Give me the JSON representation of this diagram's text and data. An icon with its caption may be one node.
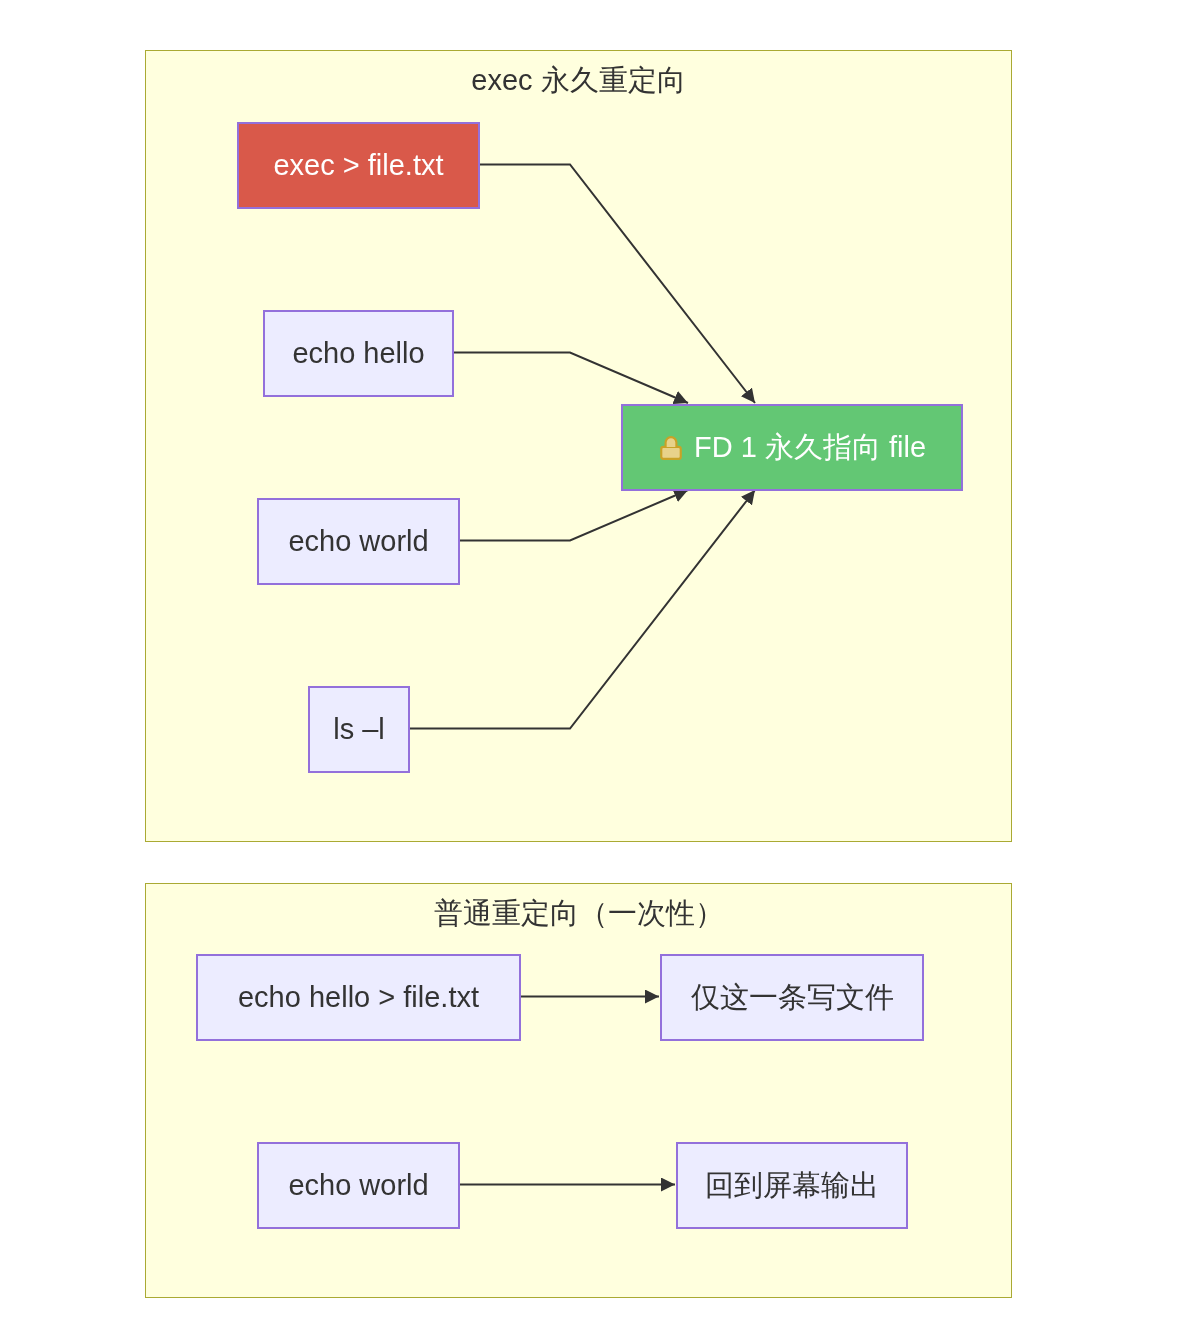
{
  "diagram": {
    "nodes": [
      {
        "text": [
          "exec 永久重定向"
        ]
      },
      {
        "text": [
          "exec > file.txt"
        ],
        "in": 0
      },
      {
        "text": [
          "echo hello"
        ],
        "in": 0
      },
      {
        "text": [
          "echo world"
        ],
        "in": 0
      },
      {
        "text": [
          "ls –l"
        ],
        "in": 0
      },
      {
        "text": [
          "FD 1 永久指向 file"
        ],
        "in": 0
      },
      {
        "text": [
          "普通重定向（一次性）"
        ]
      },
      {
        "text": [
          "echo hello > file.txt"
        ],
        "in": 6
      },
      {
        "text": [
          "仅这一条写文件"
        ],
        "in": 6
      },
      {
        "text": [
          "echo world"
        ],
        "in": 6
      },
      {
        "text": [
          "回到屏幕输出"
        ],
        "in": 6
      }
    ],
    "edges": [
      {
        "from": 1,
        "to": 5,
        "arrow": "to"
      },
      {
        "from": 2,
        "to": 5,
        "arrow": "to"
      },
      {
        "from": 3,
        "to": 5,
        "arrow": "to"
      },
      {
        "from": 4,
        "to": 5,
        "arrow": "to"
      },
      {
        "from": 7,
        "to": 8,
        "arrow": "to"
      },
      {
        "from": 9,
        "to": 10,
        "arrow": "to"
      }
    ]
  }
}
